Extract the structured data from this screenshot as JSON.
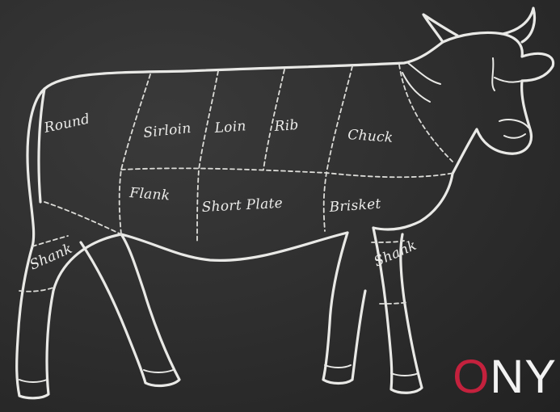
{
  "cuts": {
    "round": "Round",
    "sirloin": "Sirloin",
    "loin": "Loin",
    "rib": "Rib",
    "chuck": "Chuck",
    "flank": "Flank",
    "short_plate": "Short Plate",
    "brisket": "Brisket",
    "shank_rear": "Shank",
    "shank_front": "Shank"
  },
  "logo": {
    "first": "O",
    "rest": "NY",
    "accent_color": "#c4213d",
    "text_color": "#f2f2f2"
  }
}
